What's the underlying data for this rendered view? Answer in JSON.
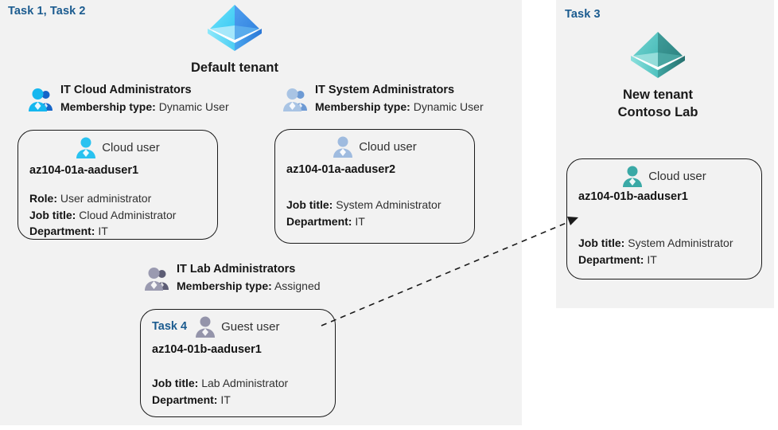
{
  "panels": {
    "left": {
      "task_label": "Task 1, Task 2"
    },
    "right": {
      "task_label": "Task 3"
    }
  },
  "tenants": [
    {
      "id": "default",
      "icon": "azure-ad-tenant-icon",
      "name_line1": "Default tenant",
      "name_line2": "",
      "colors": {
        "left_face": "#4fd2f5",
        "right_face": "#3f8fe8",
        "base": "#2ea7e8"
      }
    },
    {
      "id": "new",
      "icon": "azure-ad-tenant-icon",
      "name_line1": "New  tenant",
      "name_line2": "Contoso Lab",
      "colors": {
        "left_face": "#57c9c5",
        "right_face": "#2f8f8d",
        "base": "#38a3a0"
      }
    }
  ],
  "groups": [
    {
      "id": "it-cloud-administrators",
      "icon": "group-users-icon",
      "title": "IT Cloud Administrators",
      "meta_label": "Membership type:",
      "meta_value": "Dynamic User",
      "icon_color": "#15b7ef",
      "icon_color_dark": "#1565c8"
    },
    {
      "id": "it-system-administrators",
      "icon": "group-users-icon",
      "title": "IT System Administrators",
      "meta_label": "Membership type:",
      "meta_value": "Dynamic User",
      "icon_color": "#a9c4e4",
      "icon_color_dark": "#6d9ad4"
    },
    {
      "id": "it-lab-administrators",
      "icon": "group-users-icon",
      "title": "IT Lab Administrators",
      "meta_label": "Membership type:",
      "meta_value": "Assigned",
      "icon_color": "#9a9ab0",
      "icon_color_dark": "#5d5d75"
    }
  ],
  "users": [
    {
      "id": "az104-01a-aaduser1",
      "task": "",
      "icon": "cloud-user-icon",
      "type_label": "Cloud user",
      "name": "az104-01a-aaduser1",
      "props": [
        {
          "label": "Role:",
          "value": "User administrator"
        },
        {
          "label": "Job title:",
          "value": "Cloud Administrator"
        },
        {
          "label": "Department:",
          "value": "IT"
        }
      ],
      "icon_color": "#29c2f0"
    },
    {
      "id": "az104-01a-aaduser2",
      "task": "",
      "icon": "cloud-user-icon",
      "type_label": "Cloud user",
      "name": "az104-01a-aaduser2",
      "props": [
        {
          "label": "Job title:",
          "value": "System Administrator"
        },
        {
          "label": "Department:",
          "value": "IT"
        }
      ],
      "icon_color": "#9fbbdf"
    },
    {
      "id": "az104-01b-aaduser1-guest",
      "task": "Task 4",
      "icon": "guest-user-icon",
      "type_label": "Guest user",
      "name": "az104-01b-aaduser1",
      "props": [
        {
          "label": "Job title:",
          "value": "Lab Administrator"
        },
        {
          "label": "Department:",
          "value": "IT"
        }
      ],
      "icon_color": "#9494aa"
    },
    {
      "id": "az104-01b-aaduser1-cloud",
      "task": "",
      "icon": "cloud-user-icon",
      "type_label": "Cloud user",
      "name": "az104-01b-aaduser1",
      "props": [
        {
          "label": "Job title:",
          "value": "System Administrator"
        },
        {
          "label": "Department:",
          "value": "IT"
        }
      ],
      "icon_color": "#3aa9a6"
    }
  ],
  "connector": {
    "name": "guest-invite-arrow",
    "style": "dashed",
    "from": "az104-01b-aaduser1-guest card (left panel)",
    "to": "az104-01b-aaduser1-cloud card (right panel)",
    "color": "#1a1a1a"
  },
  "colors": {
    "panel_background": "#f2f2f2",
    "task_label": "#1b5b8f",
    "body_text": "#303030",
    "emphasis_text": "#141414",
    "card_border": "#1a1a1a"
  }
}
